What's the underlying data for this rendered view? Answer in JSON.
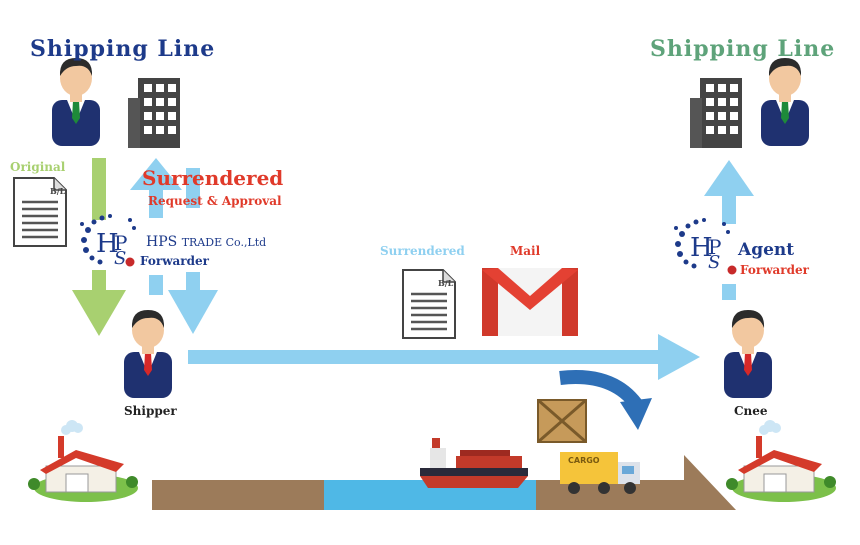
{
  "labels": {
    "shipping_line_left": "Shipping Line",
    "shipping_line_right": "Shipping Line",
    "original": "Original",
    "surrendered_title": "Surrendered",
    "request_approval": "Request & Approval",
    "hps_trade": "HPS",
    "trade_co": "TRADE Co.,Ltd",
    "forwarder_left": "Forwarder",
    "surrendered_mail_label": "Surrendered",
    "mail": "Mail",
    "agent": "Agent",
    "forwarder_right": "Forwarder",
    "shipper": "Shipper",
    "cnee": "Cnee",
    "bl": "B/L",
    "cargo": "CARGO"
  },
  "colors": {
    "navy": "#1d3a8a",
    "green": "#5ea37a",
    "red": "#e03a2a",
    "light_blue": "#8fd0f0",
    "light_green": "#a8d070",
    "ground": "#9c7b5a",
    "water": "#4fb8e6"
  }
}
